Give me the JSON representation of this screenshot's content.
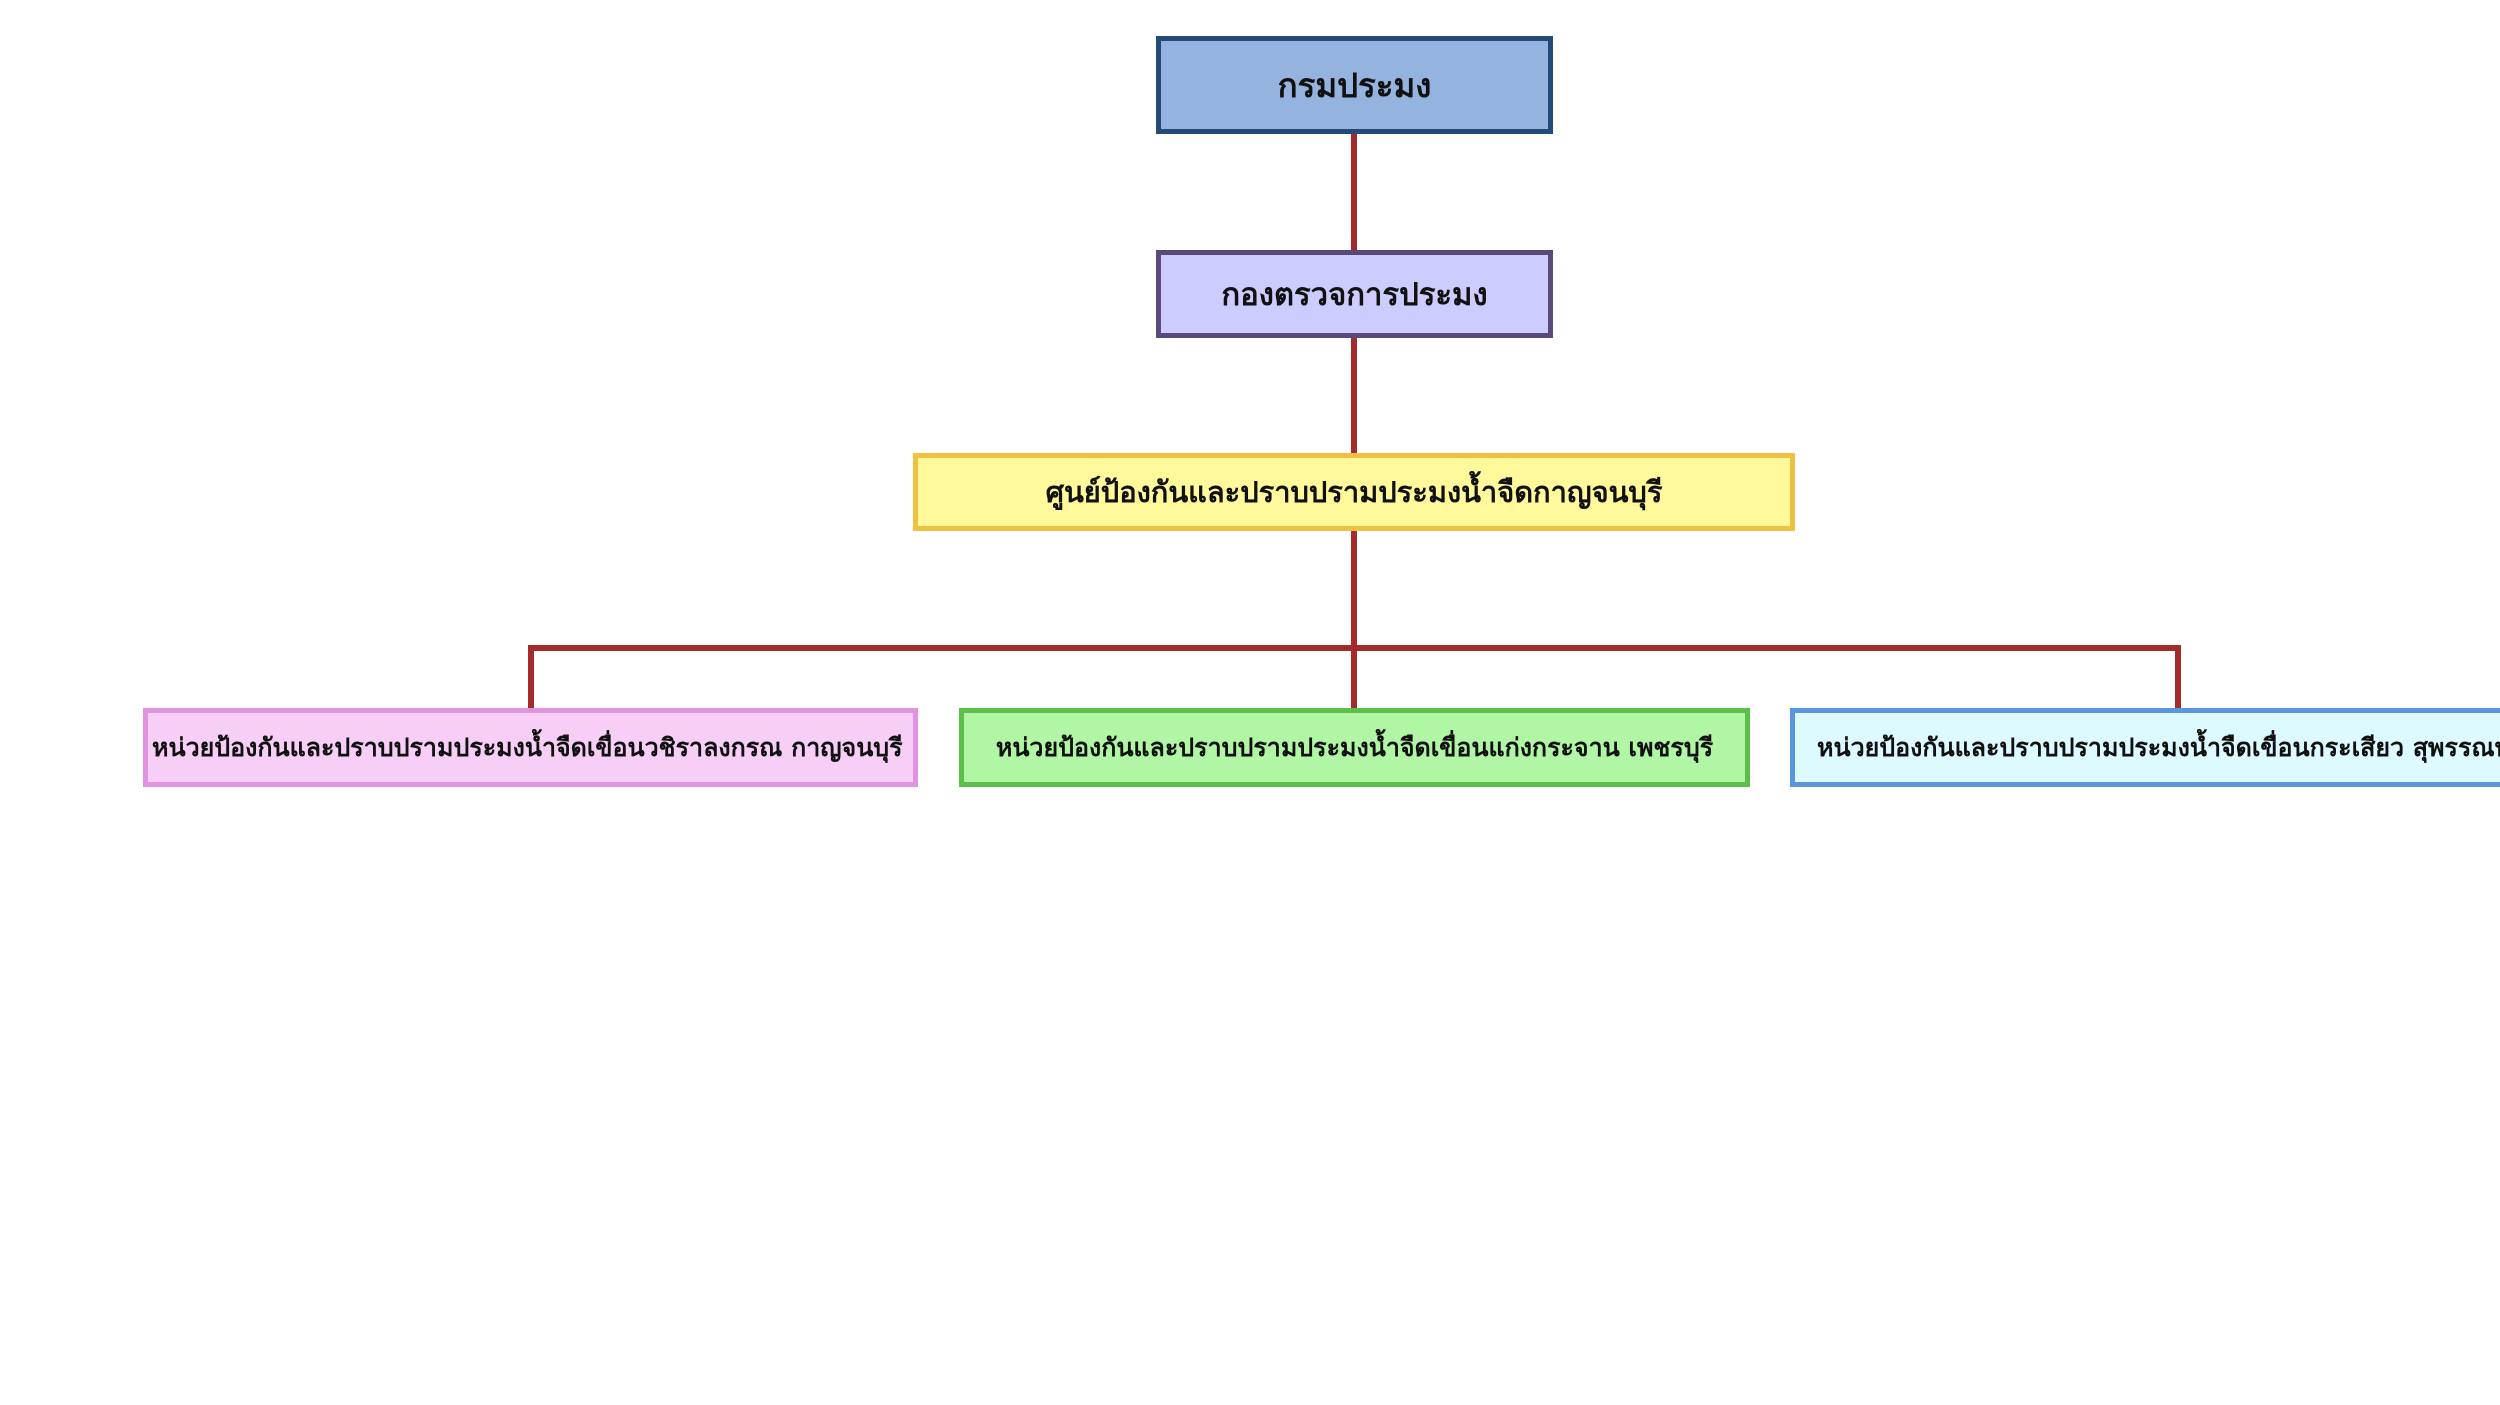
{
  "org_chart": {
    "root": {
      "label": "กรมประมง",
      "fill": "#95b3df",
      "border": "#244a78"
    },
    "division": {
      "label": "กองตรวจการประมง",
      "fill": "#ccccff",
      "border": "#5a4a7a"
    },
    "center": {
      "label": "ศูนย์ป้องกันและปราบปรามประมงน้ำจืดกาญจนบุรี",
      "fill": "#fff99c",
      "border": "#f0c040"
    },
    "units": [
      {
        "label": "หน่วยป้องกันและปราบปรามประมงน้ำจืดเขื่อนวชิราลงกรณ กาญจนบุรี",
        "fill": "#f6cef6",
        "border": "#e093e0"
      },
      {
        "label": "หน่วยป้องกันและปราบปรามประมงน้ำจืดเขื่อนแก่งกระจาน เพชรบุรี",
        "fill": "#b0f6a4",
        "border": "#5cbf4a"
      },
      {
        "label": "หน่วยป้องกันและปราบปรามประมงน้ำจืดเขื่อนกระเสียว สุพรรณบุรี",
        "fill": "#dcfaff",
        "border": "#5a95e0"
      }
    ],
    "connector_color": "#a52a2a"
  }
}
